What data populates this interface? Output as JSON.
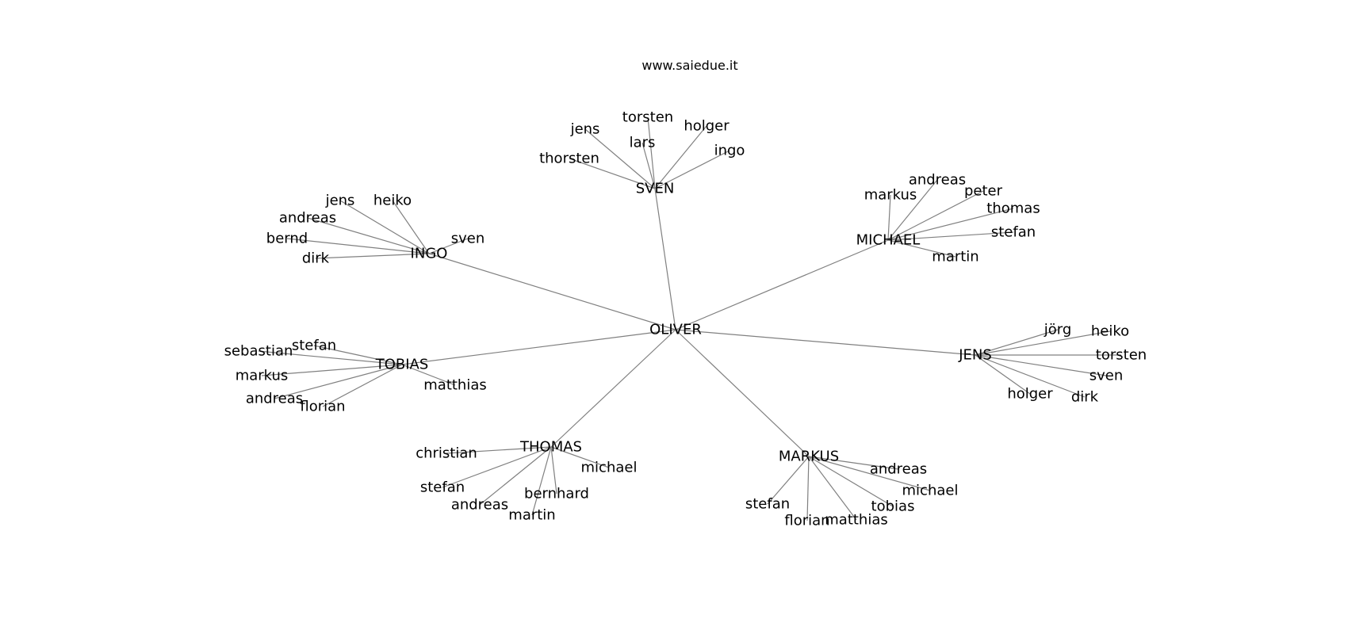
{
  "caption": "www.saiedue.it",
  "graph": {
    "root": "OLIVER",
    "hubs": [
      {
        "label": "SVEN",
        "children": [
          "thorsten",
          "jens",
          "torsten",
          "lars",
          "holger",
          "ingo"
        ]
      },
      {
        "label": "MICHAEL",
        "children": [
          "markus",
          "andreas",
          "peter",
          "thomas",
          "stefan",
          "martin"
        ]
      },
      {
        "label": "INGO",
        "children": [
          "jens",
          "heiko",
          "andreas",
          "bernd",
          "dirk",
          "sven"
        ]
      },
      {
        "label": "TOBIAS",
        "children": [
          "sebastian",
          "stefan",
          "markus",
          "andreas",
          "florian",
          "matthias"
        ]
      },
      {
        "label": "JENS",
        "children": [
          "jörg",
          "heiko",
          "torsten",
          "sven",
          "holger",
          "dirk"
        ]
      },
      {
        "label": "THOMAS",
        "children": [
          "christian",
          "michael",
          "stefan",
          "andreas",
          "bernhard",
          "martin"
        ]
      },
      {
        "label": "MARKUS",
        "children": [
          "andreas",
          "michael",
          "tobias",
          "stefan",
          "florian",
          "matthias"
        ]
      }
    ]
  }
}
